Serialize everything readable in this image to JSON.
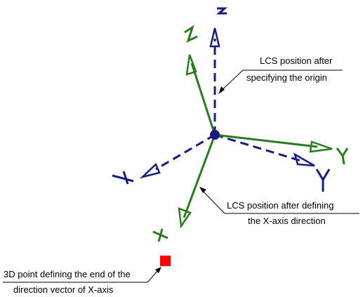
{
  "annotations": {
    "lcs_origin": {
      "line1": "LCS position after",
      "line2": "specifying the origin"
    },
    "lcs_xaxis": {
      "line1": "LCS position after defining",
      "line2": "the X-axis direction"
    },
    "point_3d": {
      "line1": "3D point defining the end of the",
      "line2": "direction vector of X-axis"
    }
  },
  "colors": {
    "initial_lcs": "#1a1a80",
    "defined_lcs": "#2a7a1e",
    "point_marker": "#ff0000",
    "leader": "#000000"
  },
  "icons": [
    "origin-point-icon",
    "3d-point-icon",
    "arrowhead-icon"
  ]
}
